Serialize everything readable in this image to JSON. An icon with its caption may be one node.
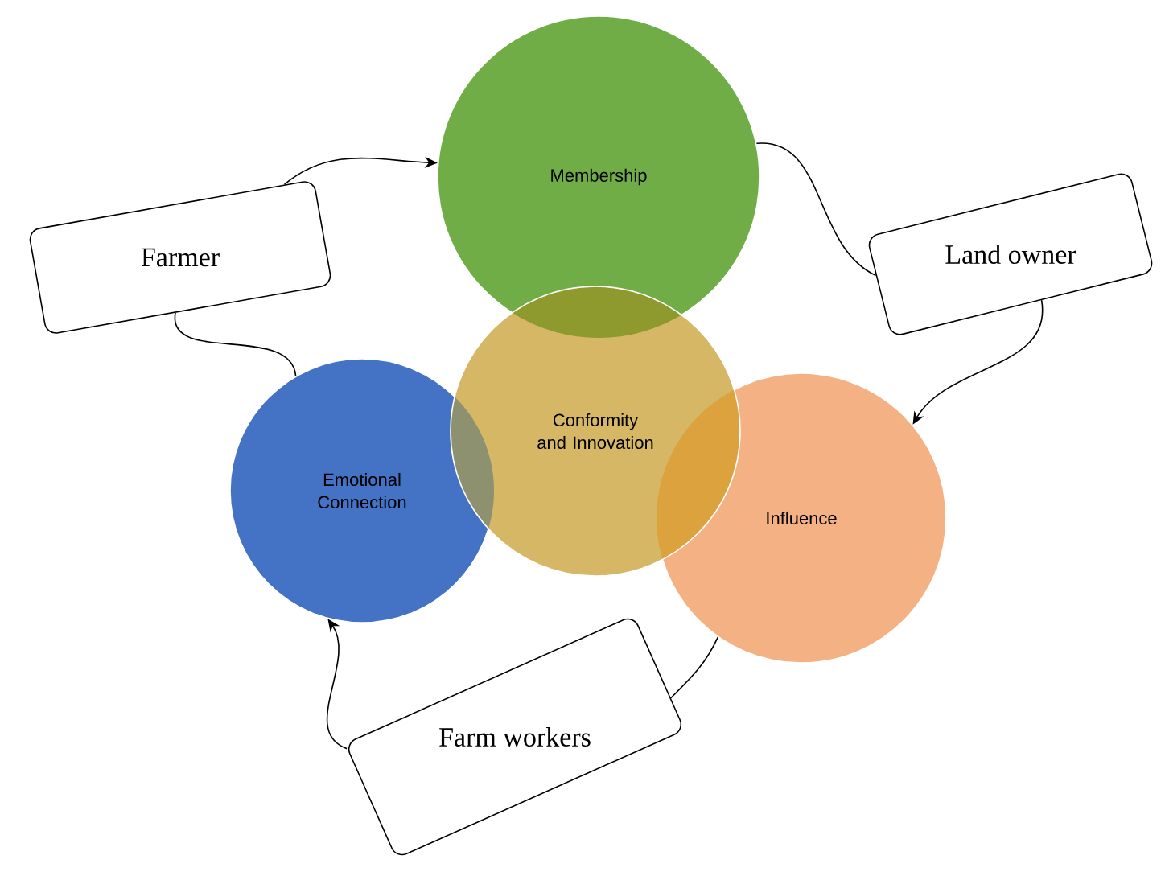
{
  "diagram": {
    "nodes": [
      {
        "text": [
          "Membership"
        ]
      },
      {
        "text": [
          "Conformity and Innovation"
        ]
      },
      {
        "text": [
          "Emotional Connection"
        ]
      },
      {
        "text": [
          "Influence"
        ]
      },
      {
        "text": [
          "Farmer"
        ]
      },
      {
        "text": [
          "Land owner"
        ]
      },
      {
        "text": [
          "Farm workers"
        ]
      }
    ],
    "edges": [
      {
        "from": 2,
        "to": 4,
        "arrow": "none"
      },
      {
        "from": 4,
        "to": 0,
        "arrow": "to"
      },
      {
        "from": 0,
        "to": 5,
        "arrow": "none"
      },
      {
        "from": 5,
        "to": 3,
        "arrow": "to"
      },
      {
        "from": 3,
        "to": 6,
        "arrow": "none"
      },
      {
        "from": 6,
        "to": 2,
        "arrow": "to"
      }
    ]
  }
}
